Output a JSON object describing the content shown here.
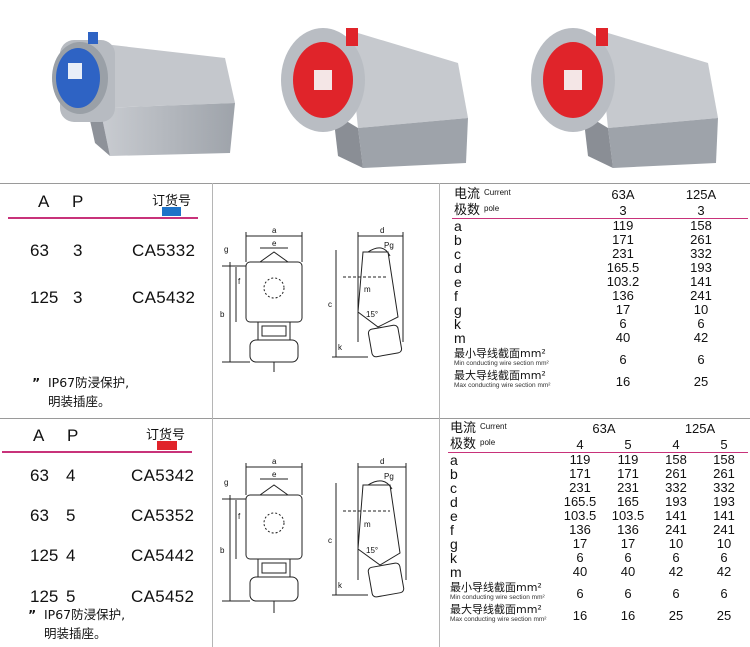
{
  "section1": {
    "header": {
      "a": "A",
      "p": "P",
      "order": "订货号",
      "swatch_color": "#1e73c8"
    },
    "rows": [
      {
        "a": "63",
        "p": "3",
        "code": "CA5332"
      },
      {
        "a": "125",
        "p": "3",
        "code": "CA5432"
      }
    ],
    "note_mark": "”",
    "note_line1": "IP67防浸保护,",
    "note_line2": "明装插座。",
    "table": {
      "current_cn": "电流",
      "current_en": "Current",
      "currents": [
        "63A",
        "125A"
      ],
      "pole_cn": "极数",
      "pole_en": "pole",
      "poles": [
        "3",
        "3"
      ],
      "rows": [
        {
          "k": "a",
          "v": [
            "119",
            "158"
          ]
        },
        {
          "k": "b",
          "v": [
            "171",
            "261"
          ]
        },
        {
          "k": "c",
          "v": [
            "231",
            "332"
          ]
        },
        {
          "k": "d",
          "v": [
            "165.5",
            "193"
          ]
        },
        {
          "k": "e",
          "v": [
            "103.2",
            "141"
          ]
        },
        {
          "k": "f",
          "v": [
            "136",
            "241"
          ]
        },
        {
          "k": "g",
          "v": [
            "17",
            "10"
          ]
        },
        {
          "k": "k",
          "v": [
            "6",
            "6"
          ]
        },
        {
          "k": "m",
          "v": [
            "40",
            "42"
          ]
        }
      ],
      "min_cn": "最小导线截面mm²",
      "min_en": "Min conducting wire section mm²",
      "min_v": [
        "6",
        "6"
      ],
      "max_cn": "最大导线截面mm²",
      "max_en": "Max conducting wire section mm²",
      "max_v": [
        "16",
        "25"
      ]
    }
  },
  "section2": {
    "header": {
      "a": "A",
      "p": "P",
      "order": "订货号",
      "swatch_color": "#e0242a"
    },
    "rows": [
      {
        "a": "63",
        "p": "4",
        "code": "CA5342"
      },
      {
        "a": "63",
        "p": "5",
        "code": "CA5352"
      },
      {
        "a": "125",
        "p": "4",
        "code": "CA5442"
      },
      {
        "a": "125",
        "p": "5",
        "code": "CA5452"
      }
    ],
    "note_mark": "”",
    "note_line1": "IP67防浸保护,",
    "note_line2": "明装插座。",
    "table": {
      "current_cn": "电流",
      "current_en": "Current",
      "currents": [
        "63A",
        "125A"
      ],
      "pole_cn": "极数",
      "pole_en": "pole",
      "poles": [
        "4",
        "5",
        "4",
        "5"
      ],
      "rows": [
        {
          "k": "a",
          "v": [
            "119",
            "119",
            "158",
            "158"
          ]
        },
        {
          "k": "b",
          "v": [
            "171",
            "171",
            "261",
            "261"
          ]
        },
        {
          "k": "c",
          "v": [
            "231",
            "231",
            "332",
            "332"
          ]
        },
        {
          "k": "d",
          "v": [
            "165.5",
            "165",
            "193",
            "193"
          ]
        },
        {
          "k": "e",
          "v": [
            "103.5",
            "103.5",
            "141",
            "141"
          ]
        },
        {
          "k": "f",
          "v": [
            "136",
            "136",
            "241",
            "241"
          ]
        },
        {
          "k": "g",
          "v": [
            "17",
            "17",
            "10",
            "10"
          ]
        },
        {
          "k": "k",
          "v": [
            "6",
            "6",
            "6",
            "6"
          ]
        },
        {
          "k": "m",
          "v": [
            "40",
            "40",
            "42",
            "42"
          ]
        }
      ],
      "min_cn": "最小导线截面mm²",
      "min_en": "Min conducting wire section mm²",
      "min_v": [
        "6",
        "6",
        "6",
        "6"
      ],
      "max_cn": "最大导线截面mm²",
      "max_en": "Max conducting wire section mm²",
      "max_v": [
        "16",
        "16",
        "25",
        "25"
      ]
    }
  },
  "drawing_labels": {
    "a": "a",
    "b": "b",
    "c": "c",
    "d": "d",
    "e": "e",
    "f": "f",
    "g": "g",
    "k": "k",
    "m": "m",
    "pg": "Pg",
    "angle": "15°"
  },
  "colors": {
    "blue_cap": "#2e63c4",
    "red_cap": "#e0242a",
    "body_grey": "#a7abb1",
    "accent_pink": "#c8327a"
  }
}
